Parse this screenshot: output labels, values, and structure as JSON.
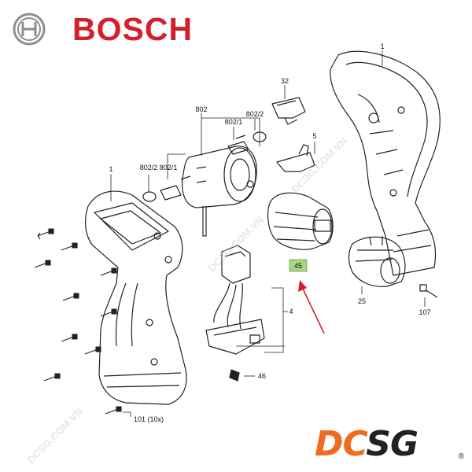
{
  "brand": {
    "name": "BOSCH",
    "logo_icon": "bosch-armature-logo-icon",
    "color": "#d3202b"
  },
  "diagram": {
    "labels": [
      {
        "id": "1-left",
        "text": "1"
      },
      {
        "id": "1-right",
        "text": "1"
      },
      {
        "id": "32",
        "text": "32"
      },
      {
        "id": "802",
        "text": "802"
      },
      {
        "id": "802-1-top",
        "text": "802/1"
      },
      {
        "id": "802-2-top",
        "text": "802/2"
      },
      {
        "id": "802-1-left",
        "text": "802/1"
      },
      {
        "id": "802-2-left",
        "text": "802/2"
      },
      {
        "id": "5",
        "text": "5"
      },
      {
        "id": "4",
        "text": "4"
      },
      {
        "id": "25",
        "text": "25"
      },
      {
        "id": "107",
        "text": "107"
      },
      {
        "id": "46",
        "text": "46"
      },
      {
        "id": "101",
        "text": "101 (10x)"
      }
    ],
    "highlight": {
      "text": "45",
      "color": "#a9d57f",
      "arrow_color": "#d3202b"
    },
    "watermark": "DCSG.COM.VN"
  },
  "dealer_logo": {
    "part1": "DC",
    "part2": "SG",
    "part1_color": "#f06b1d",
    "part2_color": "#222222",
    "mark": "®"
  }
}
